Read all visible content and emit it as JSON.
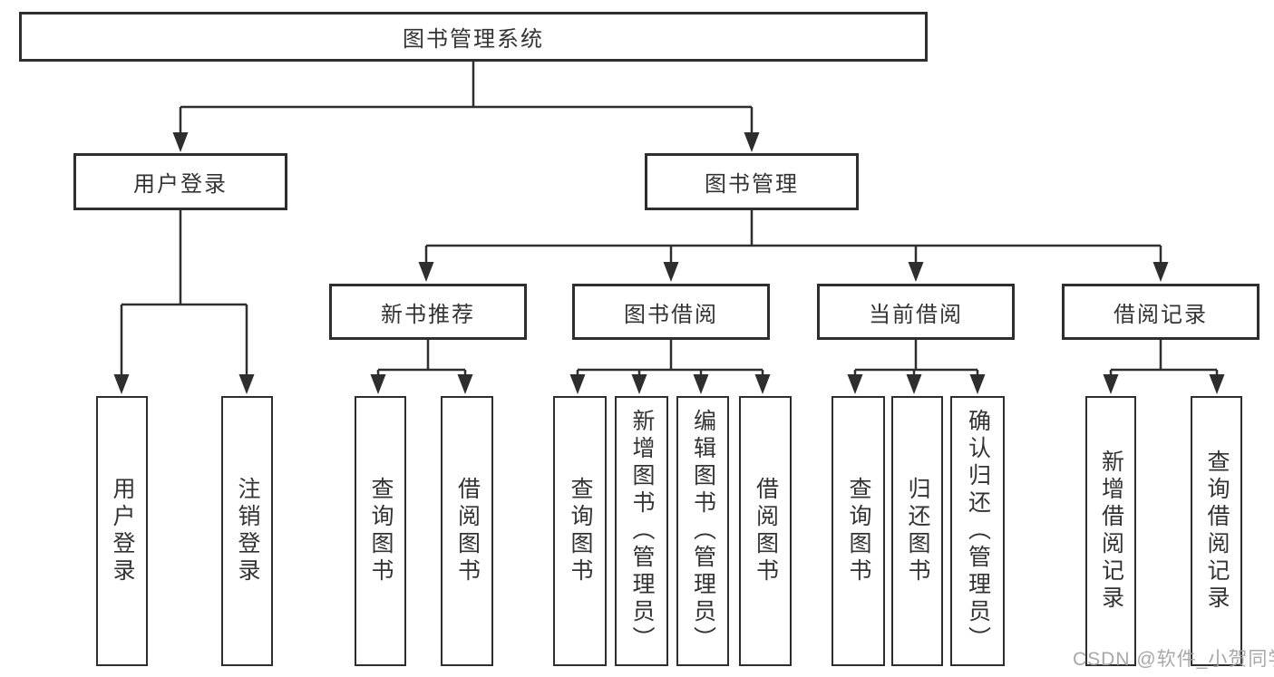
{
  "colors": {
    "background": "#ffffff",
    "line": "#2e2e2e",
    "box_border": "#2e2e2e",
    "text": "#333333",
    "watermark": "#9e9e9e"
  },
  "diagram": {
    "root": {
      "label": "图书管理系统"
    },
    "branches": [
      {
        "label": "用户登录",
        "children": [
          {
            "label": "用户登录"
          },
          {
            "label": "注销登录"
          }
        ]
      },
      {
        "label": "图书管理",
        "children": [
          {
            "label": "新书推荐",
            "children": [
              {
                "label": "查询图书"
              },
              {
                "label": "借阅图书"
              }
            ]
          },
          {
            "label": "图书借阅",
            "children": [
              {
                "label": "查询图书"
              },
              {
                "label": "新增图书（管理员）"
              },
              {
                "label": "编辑图书（管理员）"
              },
              {
                "label": "借阅图书"
              }
            ]
          },
          {
            "label": "当前借阅",
            "children": [
              {
                "label": "查询图书"
              },
              {
                "label": "归还图书"
              },
              {
                "label": "确认归还（管理员）"
              }
            ]
          },
          {
            "label": "借阅记录",
            "children": [
              {
                "label": "新增借阅记录"
              },
              {
                "label": "查询借阅记录"
              }
            ]
          }
        ]
      }
    ]
  },
  "watermark": {
    "text": "CSDN @软件_小贺同学"
  }
}
